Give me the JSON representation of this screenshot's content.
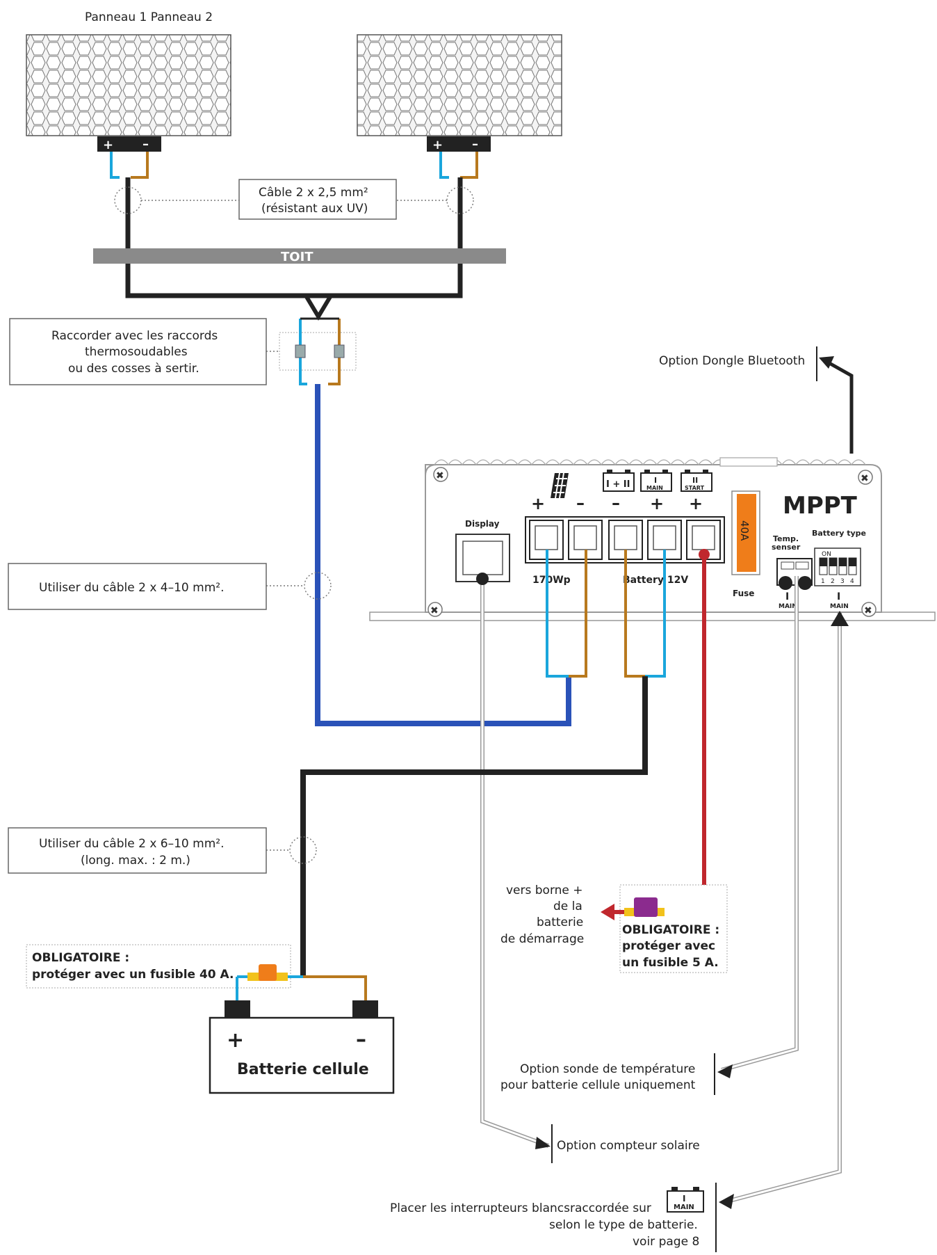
{
  "panels": {
    "title": "Panneau 1 Panneau 2"
  },
  "labels": {
    "cable_uv_1": "Câble 2 x 2,5 mm²",
    "cable_uv_2": "(résistant aux UV)",
    "roof": "TOIT",
    "connect_1": "Raccorder avec les raccords",
    "connect_2": "thermosoudables",
    "connect_3": "ou des cosses à sertir.",
    "cable_4_10": "Utiliser du câble 2 x 4–10 mm².",
    "cable_6_10_1": "Utiliser du câble 2 x 6–10 mm².",
    "cable_6_10_2": "(long. max. : 2 m.)",
    "fuse40_1": "OBLIGATOIRE :",
    "fuse40_2": "protéger avec un fusible 40 A.",
    "battery": "Batterie cellule",
    "battery_plus": "+",
    "battery_minus": "–",
    "start_1": "vers borne +",
    "start_2": "de la",
    "start_3": "batterie",
    "start_4": "de démarrage",
    "fuse5_1": "OBLIGATOIRE :",
    "fuse5_2": "protéger avec",
    "fuse5_3": "un fusible 5 A.",
    "bluetooth": "Option Dongle Bluetooth",
    "temp_1": "Option sonde de température",
    "temp_2": "pour batterie cellule uniquement",
    "meter": "Option compteur solaire",
    "switch_1": "Placer les interrupteurs blancsraccordée sur",
    "switch_2": "selon le type de batterie.",
    "switch_3": "voir page 8"
  },
  "controller": {
    "brand": "MPPT",
    "display": "Display",
    "pv_power": "170Wp",
    "battery": "Battery 12V",
    "fuse_value": "40A",
    "fuse": "Fuse",
    "temp_1": "Temp.",
    "temp_2": "senser",
    "battery_type": "Battery type",
    "on": "ON",
    "dip_numbers": [
      "1",
      "2",
      "3",
      "4"
    ],
    "main_roman": "I",
    "main": "MAIN",
    "badge_combo": "I + II",
    "badge_start_roman": "II",
    "badge_start": "START",
    "plus": "+",
    "minus": "–"
  },
  "colors": {
    "blue_wire": "#2a52b8",
    "cyan_wire": "#1aa6dc",
    "brown_wire": "#b8791e",
    "black_wire": "#222222",
    "red_wire": "#c0272d",
    "fuse_orange": "#ef7d1a",
    "fuse_purple": "#8b2b8e",
    "fuse_yellow": "#f2c21b"
  }
}
